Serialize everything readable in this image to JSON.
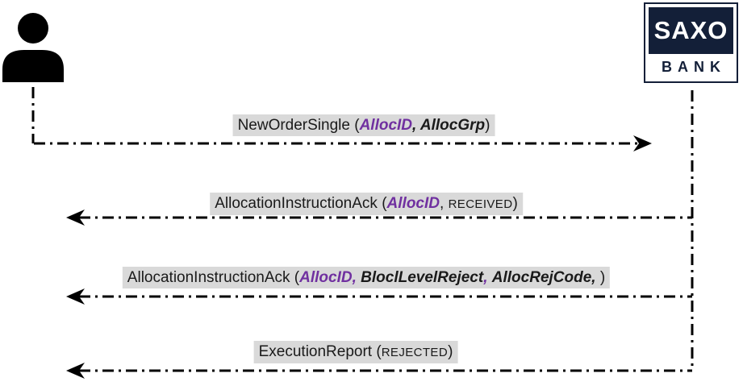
{
  "colors": {
    "purple": "#7030a0",
    "label_bg": "#d9d9d9",
    "navy": "#131f38",
    "line": "#000000"
  },
  "actors": {
    "user": {
      "icon": "person-icon"
    },
    "bank": {
      "logo_line1": "SAXO",
      "logo_line2": "BANK"
    }
  },
  "messages": [
    {
      "id": "new-order-single",
      "direction": "right",
      "from": "user",
      "to": "bank",
      "parts": [
        {
          "text": "NewOrderSingle (",
          "style": "plain"
        },
        {
          "text": "AllocID",
          "style": "purple"
        },
        {
          "text": ", ",
          "style": "bold"
        },
        {
          "text": "AllocGrp",
          "style": "bold"
        },
        {
          "text": ")",
          "style": "plain"
        }
      ]
    },
    {
      "id": "allocation-instruction-ack-received",
      "direction": "left",
      "from": "bank",
      "to": "user",
      "parts": [
        {
          "text": "AllocationInstructionAck (",
          "style": "plain"
        },
        {
          "text": "AllocID",
          "style": "purple"
        },
        {
          "text": ", ",
          "style": "plain"
        },
        {
          "text": "RECEIVED",
          "style": "caps"
        },
        {
          "text": ")",
          "style": "plain"
        }
      ]
    },
    {
      "id": "allocation-instruction-ack-reject",
      "direction": "left",
      "from": "bank",
      "to": "user",
      "parts": [
        {
          "text": "AllocationInstructionAck (",
          "style": "plain"
        },
        {
          "text": "AllocID,",
          "style": "purple"
        },
        {
          "text": " ",
          "style": "plain"
        },
        {
          "text": "BloclLevelReject",
          "style": "bold"
        },
        {
          "text": ",",
          "style": "purple"
        },
        {
          "text": " ",
          "style": "plain"
        },
        {
          "text": "AllocRejCode,",
          "style": "bold"
        },
        {
          "text": " )",
          "style": "plain"
        }
      ]
    },
    {
      "id": "execution-report-rejected",
      "direction": "left",
      "from": "bank",
      "to": "user",
      "parts": [
        {
          "text": "ExecutionReport (",
          "style": "plain"
        },
        {
          "text": "REJECTED",
          "style": "caps"
        },
        {
          "text": ")",
          "style": "plain"
        }
      ]
    }
  ]
}
